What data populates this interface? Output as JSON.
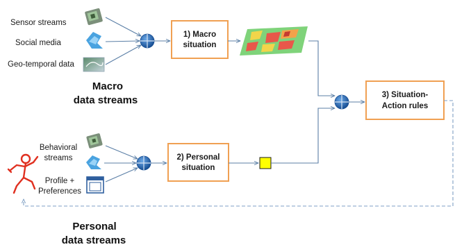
{
  "macro_inputs": [
    "Sensor streams",
    "Social media",
    "Geo-temporal data"
  ],
  "macro_group_title": [
    "Macro",
    "data streams"
  ],
  "personal_inputs": {
    "behavioral": [
      "Behavioral",
      "streams"
    ],
    "profile": [
      "Profile +",
      "Preferences"
    ]
  },
  "personal_group_title": [
    "Personal",
    "data streams"
  ],
  "boxes": {
    "macro": [
      "1) Macro",
      "situation"
    ],
    "personal": [
      "2) Personal",
      "situation"
    ],
    "rules": [
      "3) Situation-",
      "Action rules"
    ]
  },
  "colors": {
    "box_border": "#f0a052",
    "connector": "#5b7fa6",
    "combiner": "#1f5fa8",
    "person": "#e03020",
    "personal_marker": "#ffff00"
  },
  "icons": {
    "sensor": "sensor-device-icon",
    "social": "social-media-icon",
    "geo": "geo-map-icon",
    "behavioral_sensor": "sensor-device-icon",
    "behavioral_social": "social-media-icon",
    "profile": "profile-window-icon",
    "person": "stick-figure-icon",
    "heatmap": "situation-heatmap-icon",
    "personal_marker": "yellow-square-icon"
  }
}
